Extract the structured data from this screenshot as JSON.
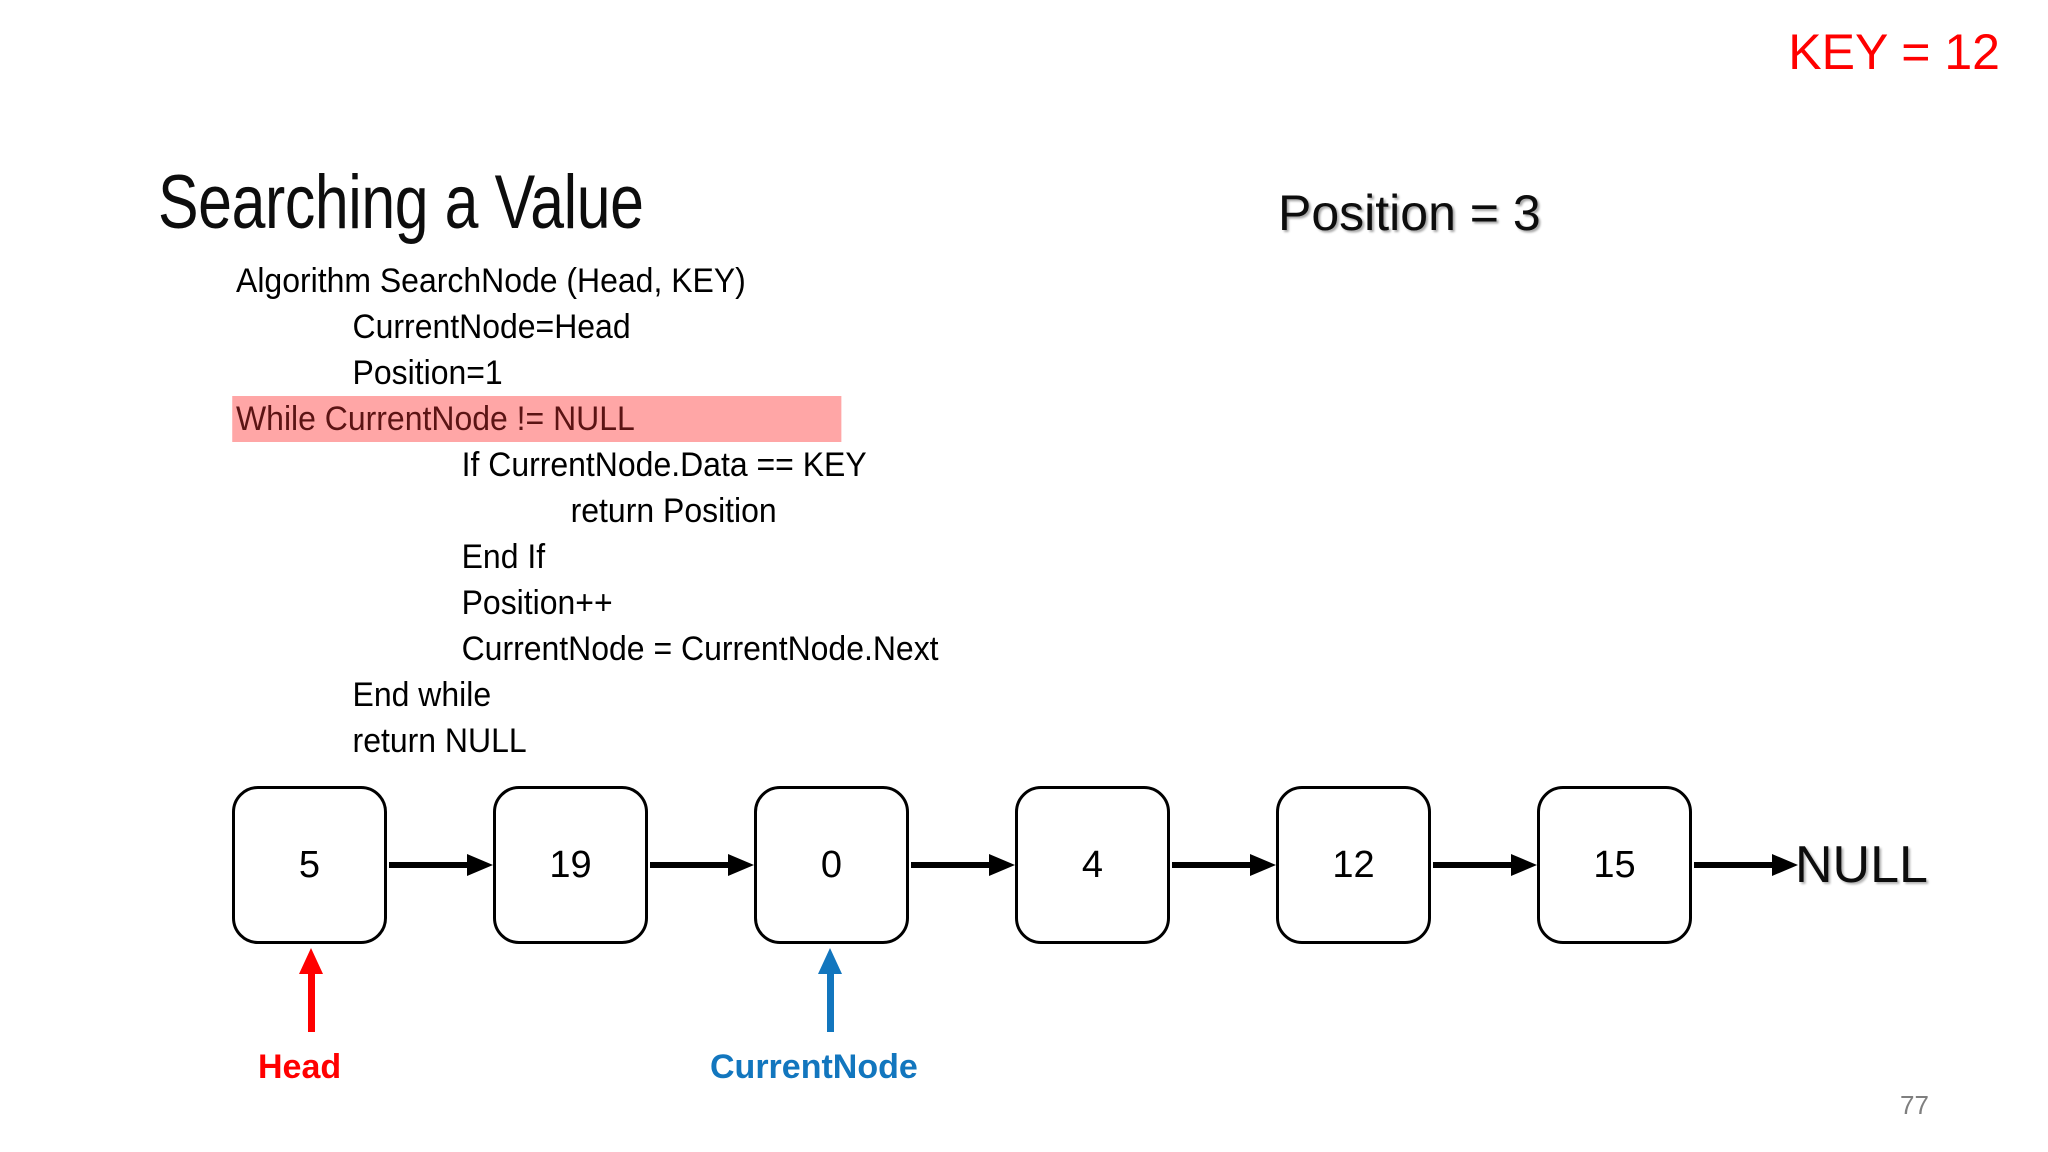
{
  "slide": {
    "title": "Searching a Value",
    "number": "77",
    "key_label": "KEY = 12",
    "position_label": "Position = 3"
  },
  "colors": {
    "key_red": "#FF0000",
    "highlight_bg": "#FFA6A6",
    "highlight_text": "#5B1414",
    "head_red": "#FF0000",
    "current_blue": "#1276BE",
    "node_border": "#000000",
    "slide_number": "#7F7F7F"
  },
  "algorithm": {
    "lines": [
      {
        "text": "Algorithm SearchNode (Head, KEY)",
        "indent": 0,
        "highlight": false
      },
      {
        "text": "CurrentNode=Head",
        "indent": 1,
        "highlight": false
      },
      {
        "text": "Position=1",
        "indent": 1,
        "highlight": false
      },
      {
        "text": "While CurrentNode != NULL",
        "indent": 1,
        "highlight": true
      },
      {
        "text": "If CurrentNode.Data == KEY",
        "indent": 2,
        "highlight": false
      },
      {
        "text": "return Position",
        "indent": 3,
        "highlight": false
      },
      {
        "text": "End If",
        "indent": 2,
        "highlight": false
      },
      {
        "text": "Position++",
        "indent": 2,
        "highlight": false
      },
      {
        "text": "CurrentNode = CurrentNode.Next",
        "indent": 2,
        "highlight": false
      },
      {
        "text": "End while",
        "indent": 1,
        "highlight": false
      },
      {
        "text": "return NULL",
        "indent": 1,
        "highlight": false
      }
    ]
  },
  "linked_list": {
    "nodes": [
      {
        "value": "5"
      },
      {
        "value": "19"
      },
      {
        "value": "0"
      },
      {
        "value": "4"
      },
      {
        "value": "12"
      },
      {
        "value": "15"
      }
    ],
    "terminator": "NULL",
    "pointers": [
      {
        "name": "Head",
        "label": "Head",
        "target_index": 0
      },
      {
        "name": "CurrentNode",
        "label": "CurrentNode",
        "target_index": 2
      }
    ]
  }
}
